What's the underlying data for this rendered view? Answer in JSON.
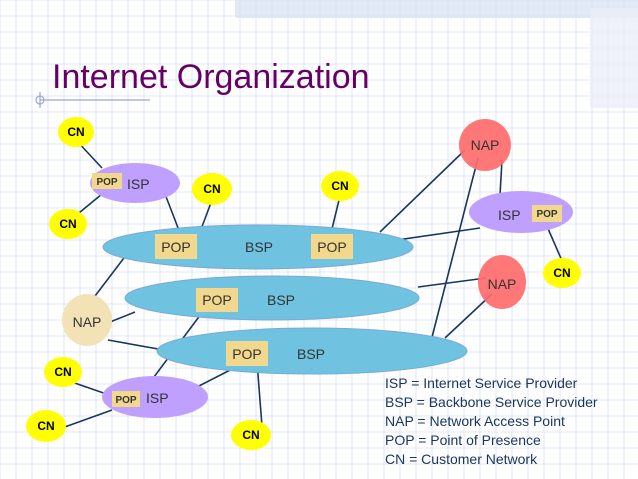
{
  "title": "Internet Organization",
  "colors": {
    "title": "#660066",
    "grid": "#c8d2ec",
    "bsp_fill": "#6fc3e0",
    "isp_fill": "#c0a0ff",
    "nap_red": "#ff6b6b",
    "nap_beige": "#f2e2b6",
    "cn_fill": "#ffff00",
    "pop_fill": "#f2d88c",
    "line": "#17365d"
  },
  "labels": {
    "cn": "CN",
    "pop": "POP",
    "isp": "ISP",
    "bsp": "BSP",
    "nap": "NAP"
  },
  "legend": [
    "ISP = Internet Service Provider",
    "BSP = Backbone Service Provider",
    "NAP = Network Access Point",
    "POP = Point of Presence",
    "CN = Customer Network"
  ]
}
